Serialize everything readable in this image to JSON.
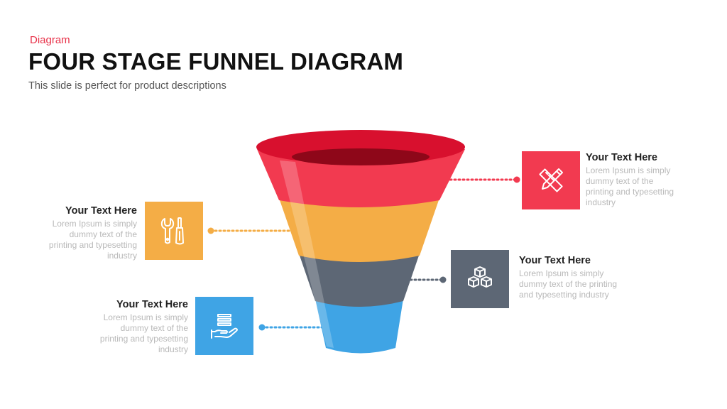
{
  "header": {
    "category": "Diagram",
    "title": "FOUR STAGE FUNNEL DIAGRAM",
    "subtitle": "This slide is perfect for product descriptions"
  },
  "colors": {
    "red": "#f23a50",
    "orange": "#f4ad46",
    "slate": "#5d6775",
    "blue": "#3fa4e5"
  },
  "stages": [
    {
      "heading": "Your Text Here",
      "body": "Lorem Ipsum is simply dummy text of the printing and typesetting industry",
      "icon": "pencil-ruler-icon",
      "color": "#f23a50"
    },
    {
      "heading": "Your Text Here",
      "body": "Lorem Ipsum is simply dummy text of the printing and typesetting industry",
      "icon": "wrench-screwdriver-icon",
      "color": "#f4ad46"
    },
    {
      "heading": "Your Text Here",
      "body": "Lorem Ipsum is simply dummy text of the printing and typesetting industry",
      "icon": "cubes-icon",
      "color": "#5d6775"
    },
    {
      "heading": "Your Text Here",
      "body": "Lorem Ipsum is simply dummy text of the printing and typesetting industry",
      "icon": "hand-stack-icon",
      "color": "#3fa4e5"
    }
  ]
}
